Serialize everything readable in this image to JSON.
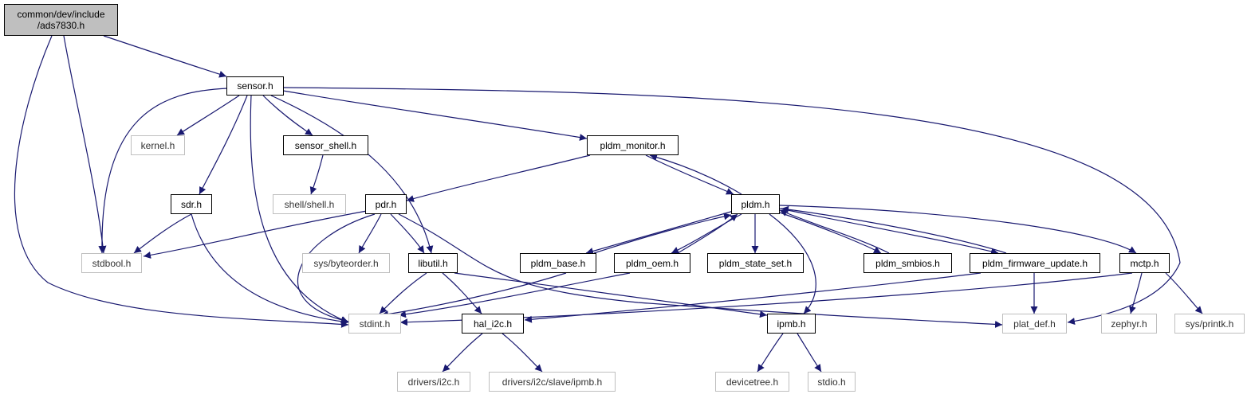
{
  "root": {
    "line1": "common/dev/include",
    "line2": "/ads7830.h"
  },
  "nodes": {
    "sensor": "sensor.h",
    "kernel": "kernel.h",
    "sensor_shell": "sensor_shell.h",
    "pldm_monitor": "pldm_monitor.h",
    "shell": "shell/shell.h",
    "sdr": "sdr.h",
    "pdr": "pdr.h",
    "pldm": "pldm.h",
    "stdbool": "stdbool.h",
    "byteorder": "sys/byteorder.h",
    "libutil": "libutil.h",
    "pldm_base": "pldm_base.h",
    "pldm_oem": "pldm_oem.h",
    "pldm_state_set": "pldm_state_set.h",
    "pldm_smbios": "pldm_smbios.h",
    "pldm_firmware_update": "pldm_firmware_update.h",
    "mctp": "mctp.h",
    "stdint": "stdint.h",
    "hal_i2c": "hal_i2c.h",
    "ipmb": "ipmb.h",
    "plat_def": "plat_def.h",
    "zephyr": "zephyr.h",
    "printk": "sys/printk.h",
    "drivers_i2c": "drivers/i2c.h",
    "slave_ipmb": "drivers/i2c/slave/ipmb.h",
    "devicetree": "devicetree.h",
    "stdio": "stdio.h"
  },
  "colors": {
    "edge": "#191970",
    "grey_border": "#bfbfbf",
    "root_fill": "#bfbfbf"
  }
}
